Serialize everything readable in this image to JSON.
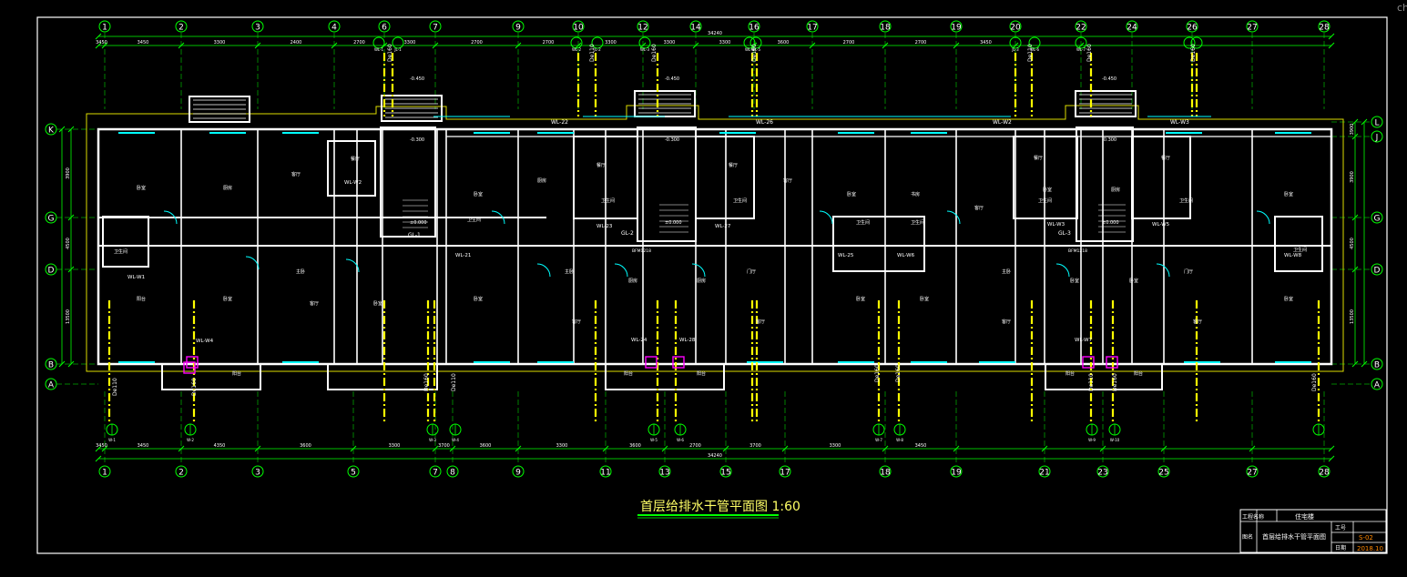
{
  "drawing": {
    "title": "首层给排水干管平面图 1:60",
    "corner_mark": "ch",
    "colors": {
      "background": "#000000",
      "wall": "#ffffff",
      "axis": "#00ff00",
      "dimension": "#00ff00",
      "pipe": "#ffff00",
      "riser_ring": "#00ff00",
      "frame": "#ffffff",
      "accent_magenta": "#ff00ff",
      "accent_cyan": "#00ffff",
      "orange": "#ff8800"
    }
  },
  "axes": {
    "top": [
      "1",
      "2",
      "3",
      "4",
      "6",
      "7",
      "9",
      "10",
      "12",
      "14",
      "16",
      "17",
      "18",
      "19",
      "20",
      "22",
      "24",
      "26",
      "27",
      "28"
    ],
    "bottom": [
      "1",
      "2",
      "3",
      "5",
      "7",
      "8",
      "9",
      "11",
      "13",
      "15",
      "17",
      "18",
      "19",
      "21",
      "23",
      "25",
      "27",
      "28"
    ],
    "left": [
      "K",
      "G",
      "D",
      "B",
      "A"
    ],
    "right": [
      "L",
      "J",
      "G",
      "D",
      "B",
      "A"
    ]
  },
  "dimensions": {
    "top_total": "34240",
    "bottom_total": "34240",
    "top": [
      "3450",
      "3450",
      "3300",
      "2400",
      "2700",
      "3300",
      "2700",
      "2700",
      "3300",
      "3300",
      "3300",
      "3600",
      "2700",
      "2700",
      "3450"
    ],
    "bottom": [
      "3450",
      "3450",
      "4350",
      "3600",
      "3300",
      "3700",
      "3600",
      "3300",
      "3600",
      "2700",
      "3700",
      "3300",
      "3450"
    ],
    "left": [
      "3900",
      "4500",
      "13500"
    ],
    "right": [
      "3900",
      "3900",
      "4500",
      "13500"
    ]
  },
  "risers": {
    "top": [
      "WL-1",
      "JL-1",
      "WL-2",
      "JL-2",
      "WL-3",
      "WL-4",
      "WL-5",
      "JL-3",
      "WL-6",
      "WL-7"
    ],
    "bottom": [
      "W-1",
      "W-2",
      "W-3",
      "W-4",
      "W-5",
      "W-6",
      "W-7",
      "W-8",
      "W-9",
      "W-10"
    ]
  },
  "labels": {
    "pipe_size": "De160",
    "pipe_size_small": "De110",
    "elev_1": "-0.450",
    "elev_2": "-0.300",
    "elev_3": "±0.000",
    "wl_top": [
      "WL-22",
      "WL-26",
      "WL-W2",
      "WL-W3"
    ],
    "wl_units": [
      "WL-W2",
      "WL-W3",
      "WL-W1",
      "WL-W4",
      "WL-21",
      "WL-23",
      "WL-27",
      "WL-24",
      "WL-28",
      "WL-25",
      "WL-W5",
      "WL-W6",
      "WL-W7",
      "WL-W8"
    ],
    "gl": [
      "GL-1",
      "GL-2",
      "GL-3"
    ],
    "rooms": [
      "卧室",
      "厨房",
      "客厅",
      "卫生间",
      "阳台",
      "餐厅",
      "书房",
      "主卧",
      "门厅"
    ],
    "meter": "BFM1218"
  },
  "title_block": {
    "project_label": "工程名称",
    "project_name": "住宅楼",
    "drawing_label": "图名",
    "drawing_name": "首层给排水干管平面图",
    "sheet_label": "工号",
    "sheet_no": "S-02",
    "date_label": "日期",
    "date": "2018.10"
  }
}
